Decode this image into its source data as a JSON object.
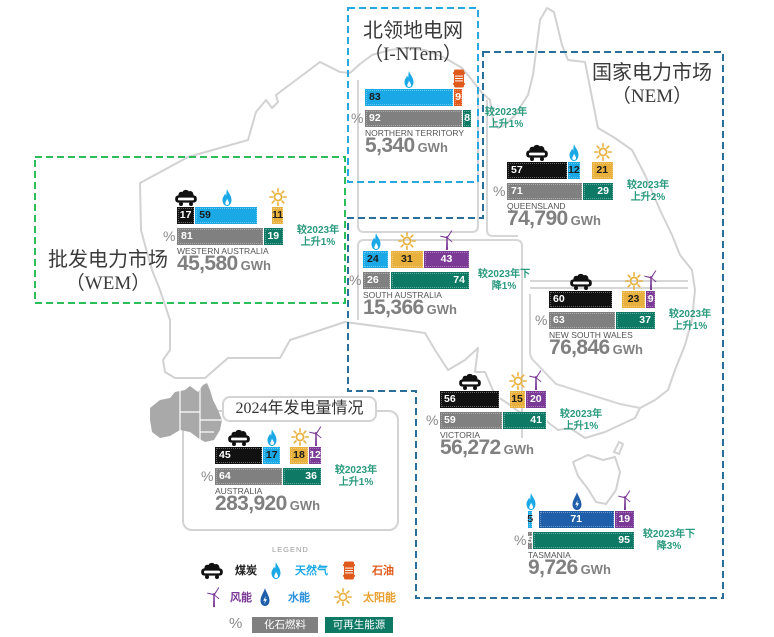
{
  "colors": {
    "coal": "#111111",
    "gas": "#1aa9e6",
    "oil": "#e05a1c",
    "solar": "#e8b03c",
    "wind": "#7b3a96",
    "hydro": "#1f5ea8",
    "fossil": "#808080",
    "renewable": "#0e7a66",
    "change_text": "#2a9a7e",
    "wem_border": "#2dbe5a",
    "intem_border": "#29a8e0",
    "nem_border": "#2a6f9a"
  },
  "markets": {
    "intem": {
      "name": "北领地电网",
      "abbr": "（I-NTem）"
    },
    "nem": {
      "name": "国家电力市场",
      "abbr": "（NEM）"
    },
    "wem": {
      "name": "批发电力市场",
      "abbr": "（WEM）"
    }
  },
  "summary": {
    "title": "2024年发电量情况"
  },
  "percent_symbol": "%",
  "regions": [
    {
      "id": "northern-territory",
      "name": "NORTHERN TERRITORY",
      "total": "5,340",
      "unit": "GWh",
      "sources": [
        {
          "type": "gas",
          "value": 83
        },
        {
          "type": "oil",
          "value": 9
        }
      ],
      "fossil": 92,
      "renewable": 8,
      "change": [
        "较2023年",
        "上升1%"
      ]
    },
    {
      "id": "queensland",
      "name": "QUEENSLAND",
      "total": "74,790",
      "unit": "GWh",
      "sources": [
        {
          "type": "coal",
          "value": 57
        },
        {
          "type": "gas",
          "value": 12
        },
        {
          "type": "solar",
          "value": 21
        }
      ],
      "fossil": 71,
      "renewable": 29,
      "change": [
        "较2023年",
        "上升2%"
      ]
    },
    {
      "id": "western-australia",
      "name": "WESTERN AUSTRALIA",
      "total": "45,580",
      "unit": "GWh",
      "sources": [
        {
          "type": "coal",
          "value": 17
        },
        {
          "type": "gas",
          "value": 59
        },
        {
          "type": "solar",
          "value": 11
        }
      ],
      "fossil": 81,
      "renewable": 19,
      "change": [
        "较2023年",
        "上升1%"
      ]
    },
    {
      "id": "south-australia",
      "name": "SOUTH AUSTRALIA",
      "total": "15,366",
      "unit": "GWh",
      "sources": [
        {
          "type": "gas",
          "value": 24
        },
        {
          "type": "solar",
          "value": 31
        },
        {
          "type": "wind",
          "value": 43
        }
      ],
      "fossil": 26,
      "renewable": 74,
      "change": [
        "较2023年下",
        "降1%"
      ]
    },
    {
      "id": "new-south-wales",
      "name": "NEW SOUTH WALES",
      "total": "76,846",
      "unit": "GWh",
      "sources": [
        {
          "type": "coal",
          "value": 60
        },
        {
          "type": "solar",
          "value": 23
        },
        {
          "type": "wind",
          "value": 9
        }
      ],
      "fossil": 63,
      "renewable": 37,
      "change": [
        "较2023年",
        "上升1%"
      ]
    },
    {
      "id": "victoria",
      "name": "VICTORIA",
      "total": "56,272",
      "unit": "GWh",
      "sources": [
        {
          "type": "coal",
          "value": 56
        },
        {
          "type": "solar",
          "value": 15
        },
        {
          "type": "wind",
          "value": 20
        }
      ],
      "fossil": 59,
      "renewable": 41,
      "change": [
        "较2023年",
        "上升1%"
      ]
    },
    {
      "id": "tasmania",
      "name": "TASMANIA",
      "total": "9,726",
      "unit": "GWh",
      "sources": [
        {
          "type": "gas",
          "value": 5
        },
        {
          "type": "hydro",
          "value": 71
        },
        {
          "type": "wind",
          "value": 19
        }
      ],
      "fossil": 5,
      "renewable": 95,
      "change": [
        "较2023年下",
        "降3%"
      ]
    },
    {
      "id": "australia",
      "name": "AUSTRALIA",
      "total": "283,920",
      "unit": "GWh",
      "sources": [
        {
          "type": "coal",
          "value": 45
        },
        {
          "type": "gas",
          "value": 17
        },
        {
          "type": "solar",
          "value": 18
        },
        {
          "type": "wind",
          "value": 12
        }
      ],
      "fossil": 64,
      "renewable": 36,
      "change": [
        "较2023年",
        "上升1%"
      ]
    }
  ],
  "legend": {
    "title": "LEGEND",
    "sources": [
      {
        "type": "coal",
        "label": "煤炭",
        "label_color": "#222222"
      },
      {
        "type": "gas",
        "label": "天然气",
        "label_color": "#1aa9e6"
      },
      {
        "type": "oil",
        "label": "石油",
        "label_color": "#e05a1c"
      },
      {
        "type": "wind",
        "label": "风能",
        "label_color": "#7b3a96"
      },
      {
        "type": "hydro",
        "label": "水能",
        "label_color": "#2a8fdb"
      },
      {
        "type": "solar",
        "label": "太阳能",
        "label_color": "#e8a030"
      }
    ],
    "percent_symbol": "%",
    "fossil_label": "化石燃料",
    "renewable_label": "可再生能源"
  }
}
